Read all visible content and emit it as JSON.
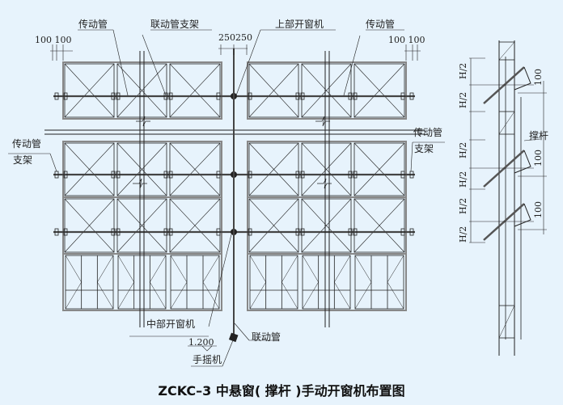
{
  "labels": {
    "drive_pipe": "传动管",
    "link_pipe_bracket": "联动管支架",
    "dim_250": "250250",
    "upper_opener": "上部开窗机",
    "drive_pipe_right": "传动管",
    "dim_100_left": "100 100",
    "dim_100_right": "100 100",
    "drive_pipe_left": "传动管",
    "bracket_left": "支架",
    "drive_pipe_right2": "传动管",
    "bracket_right": "支架",
    "middle_opener": "中部开窗机",
    "elevation": "1.200",
    "link_pipe": "联动管",
    "hand_crank": "手摇机",
    "strut": "撑杆",
    "half_h": "H/2",
    "dim_100": "100"
  },
  "caption": "ZCKC–3 中悬窗( 撑杆 )手动开窗机布置图",
  "colors": {
    "background": "#e7f3fc",
    "line": "#222222",
    "frame": "#888888"
  }
}
